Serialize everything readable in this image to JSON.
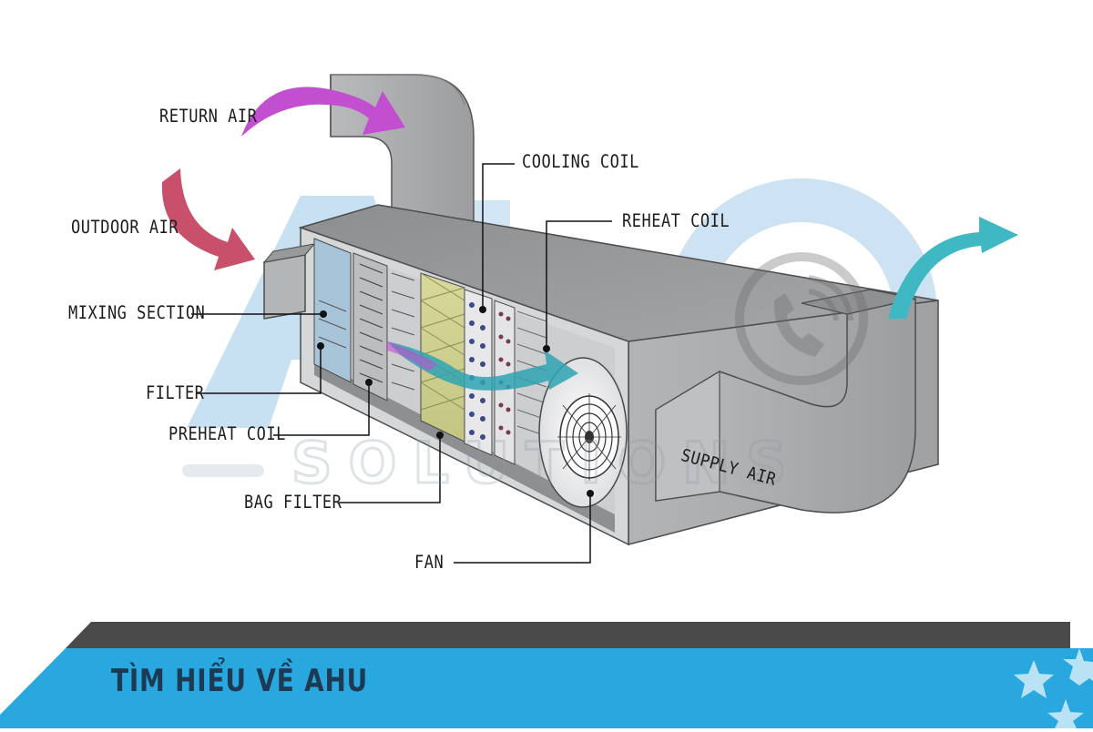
{
  "diagram": {
    "labels": {
      "return_air": "RETURN AIR",
      "outdoor_air": "OUTDOOR AIR",
      "mixing_section": "MIXING SECTION",
      "filter": "FILTER",
      "preheat_coil": "PREHEAT COIL",
      "bag_filter": "BAG FILTER",
      "fan": "FAN",
      "cooling_coil": "COOLING COIL",
      "reheat_coil": "REHEAT COIL",
      "supply_air": "SUPPLY AIR"
    },
    "arrow_colors": {
      "return_air": "#c14fcf",
      "outdoor_air": "#c9506a",
      "supply_air": "#3fb8c4",
      "internal_flow": "#2fa3b3"
    },
    "unit_color": "#a9aaac"
  },
  "watermark": {
    "letters": "ALO",
    "sub_text": "SOLUTIONS",
    "icon": "phone-icon",
    "color": "#5a9fd4"
  },
  "banner": {
    "title": "TÌM HIỂU VỀ AHU",
    "bar_color": "#29a8e0",
    "top_color": "#4a4a4a",
    "title_color": "#1d3a52",
    "decor_icon": "star-icon"
  }
}
